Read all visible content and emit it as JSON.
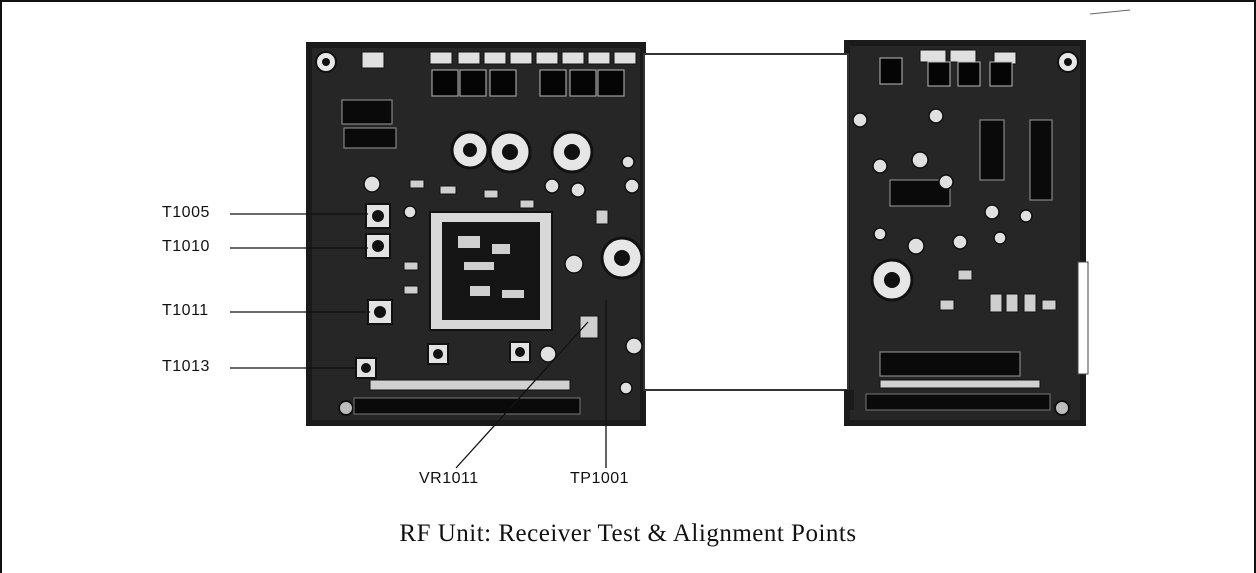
{
  "figure": {
    "caption": "RF Unit: Receiver Test & Alignment Points",
    "callouts": [
      {
        "id": "t1005",
        "label": "T1005"
      },
      {
        "id": "t1010",
        "label": "T1010"
      },
      {
        "id": "t1011",
        "label": "T1011"
      },
      {
        "id": "t1013",
        "label": "T1013"
      },
      {
        "id": "vr1011",
        "label": "VR1011"
      },
      {
        "id": "tp1001",
        "label": "TP1001"
      }
    ]
  },
  "colors": {
    "board": "#1c1c1c",
    "board_dark": "#080808",
    "component_light": "#d9d9d9",
    "cover_plate": "#ffffff",
    "ink": "#111111"
  }
}
